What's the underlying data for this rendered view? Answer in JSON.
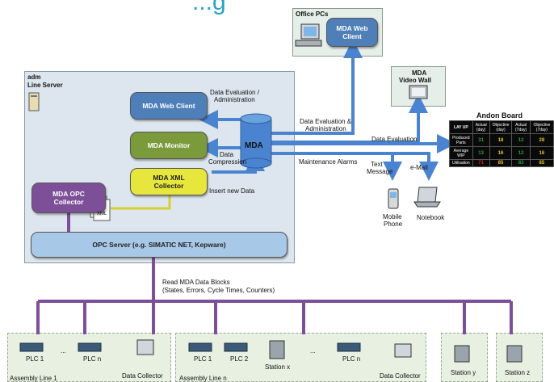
{
  "header_fragment": "...g",
  "line_server": {
    "title_line1": "adm",
    "title_line2": "Line Server"
  },
  "nodes": {
    "web_client": "MDA Web Client",
    "monitor": "MDA Monitor",
    "xml_collector_l1": "MDA XML",
    "xml_collector_l2": "Collector",
    "opc_collector_l1": "MDA OPC",
    "opc_collector_l2": "Collector",
    "mda": "MDA",
    "opc_server": "OPC Server (e.g. SIMATIC NET, Kepware)",
    "xml_doc": "XML"
  },
  "office_pcs": {
    "title": "Office PCs",
    "client_l1": "MDA Web",
    "client_l2": "Client"
  },
  "video_wall": {
    "l1": "MDA",
    "l2": "Video Wall"
  },
  "andon": {
    "title": "Andon Board",
    "headers": [
      "LAY UP",
      "Actual (day)",
      "Objective (day)",
      "Actual (7day)",
      "Objective (7day)"
    ],
    "rows": [
      {
        "label": "Produced Parts",
        "values": [
          "31",
          "18",
          "12",
          "28"
        ],
        "colors": [
          "#2e9e3e",
          "#e8c320",
          "#2e9e3e",
          "#e8c320"
        ]
      },
      {
        "label": "Average WIP",
        "values": [
          "13",
          "16",
          "12",
          "16"
        ],
        "colors": [
          "#2e9e3e",
          "#e8c320",
          "#2e9e3e",
          "#e8c320"
        ]
      },
      {
        "label": "Utilisation",
        "values": [
          "71",
          "85",
          "83",
          "85"
        ],
        "colors": [
          "#d02020",
          "#e8c320",
          "#2e9e3e",
          "#e8c320"
        ]
      }
    ]
  },
  "labels": {
    "data_eval_admin_l1": "Data Evaluation /",
    "data_eval_admin_l2": "Administration",
    "data_eval_admin2_l1": "Data Evaluation &",
    "data_eval_admin2_l2": "Administration",
    "data_evaluation": "Data Evaluation",
    "data_compression_l1": "Data",
    "data_compression_l2": "Compression",
    "insert_new_data": "Insert new Data",
    "maintenance_alarms": "Maintenance Alarms",
    "text_message_l1": "Text",
    "text_message_l2": "Message",
    "email": "e-Mail",
    "mobile_phone_l1": "Mobile",
    "mobile_phone_l2": "Phone",
    "notebook": "Notebook",
    "read_blocks_l1": "Read MDA Data Blocks",
    "read_blocks_l2": "(States, Errors, Cycle Times, Counters)"
  },
  "line1": {
    "plc1": "PLC 1",
    "dots": "...",
    "plcn": "PLC n",
    "collector": "Data Collector",
    "name": "Assembly Line 1"
  },
  "linen": {
    "plc1": "PLC 1",
    "plc2": "PLC 2",
    "station": "Station x",
    "dots": "...",
    "plcn": "PLC n",
    "collector": "Data Collector",
    "name": "Assembly Line n"
  },
  "station_y": "Station y",
  "station_z": "Station z"
}
